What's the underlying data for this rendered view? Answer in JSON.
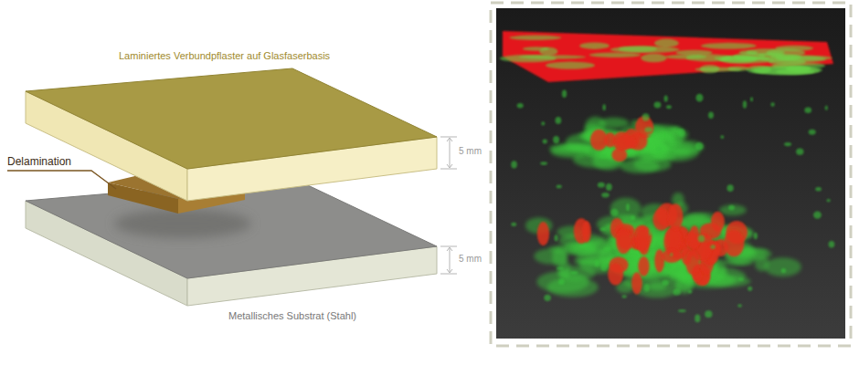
{
  "diagram": {
    "labels": [
      "Laminiertes Verbundpflaster auf Glasfaserbasis",
      "Delamination",
      "5 mm",
      "5 mm",
      "Metallisches Substrat (Stahl)"
    ]
  }
}
